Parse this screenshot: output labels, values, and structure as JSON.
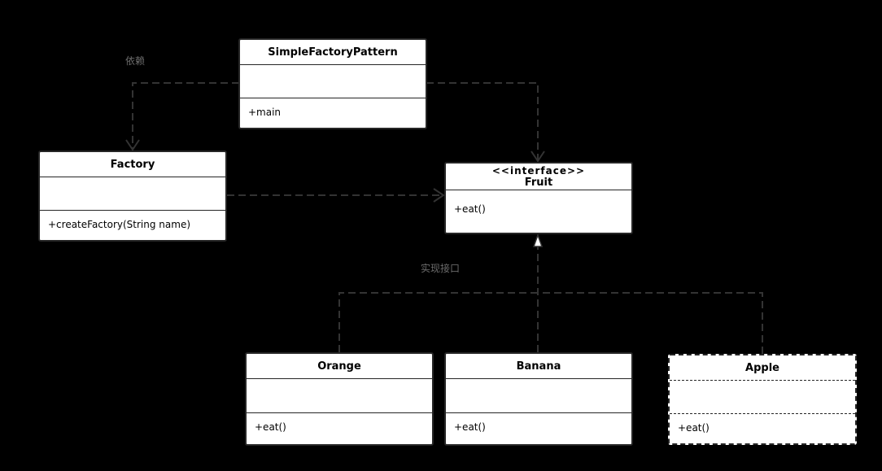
{
  "labels": {
    "dependency": "依赖",
    "implements": "实现接口"
  },
  "classes": {
    "simple_factory": {
      "name": "SimpleFactoryPattern",
      "operation": "+main"
    },
    "factory": {
      "name": "Factory",
      "operation": "+createFactory(String name)"
    },
    "fruit": {
      "stereotype": "<<interface>>",
      "name": "Fruit",
      "operation": "+eat()"
    },
    "orange": {
      "name": "Orange",
      "operation": "+eat()"
    },
    "banana": {
      "name": "Banana",
      "operation": "+eat()"
    },
    "apple": {
      "name": "Apple",
      "operation": "+eat()"
    }
  },
  "colors": {
    "background": "#000000",
    "box_fill": "#ffffff",
    "connector": "#333333",
    "label_text": "#6b6b6b"
  }
}
